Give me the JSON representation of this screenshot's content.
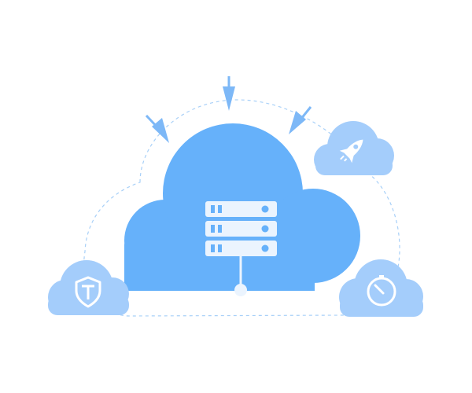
{
  "colors": {
    "main_cloud": "#66b1fa",
    "small_cloud": "#a4cdfb",
    "arrow": "#7db8f7",
    "dashed_outline": "#a8d0f8",
    "server_unit": "#ebf4fe",
    "server_detail": "#66b1fa",
    "background": "#ffffff"
  },
  "illustration": {
    "theme": "cloud-server-hub",
    "server_units": 3,
    "incoming_arrows": 3,
    "satellite_clouds": [
      {
        "icon": "rocket-icon"
      },
      {
        "icon": "shield-icon"
      },
      {
        "icon": "timer-icon"
      }
    ]
  }
}
